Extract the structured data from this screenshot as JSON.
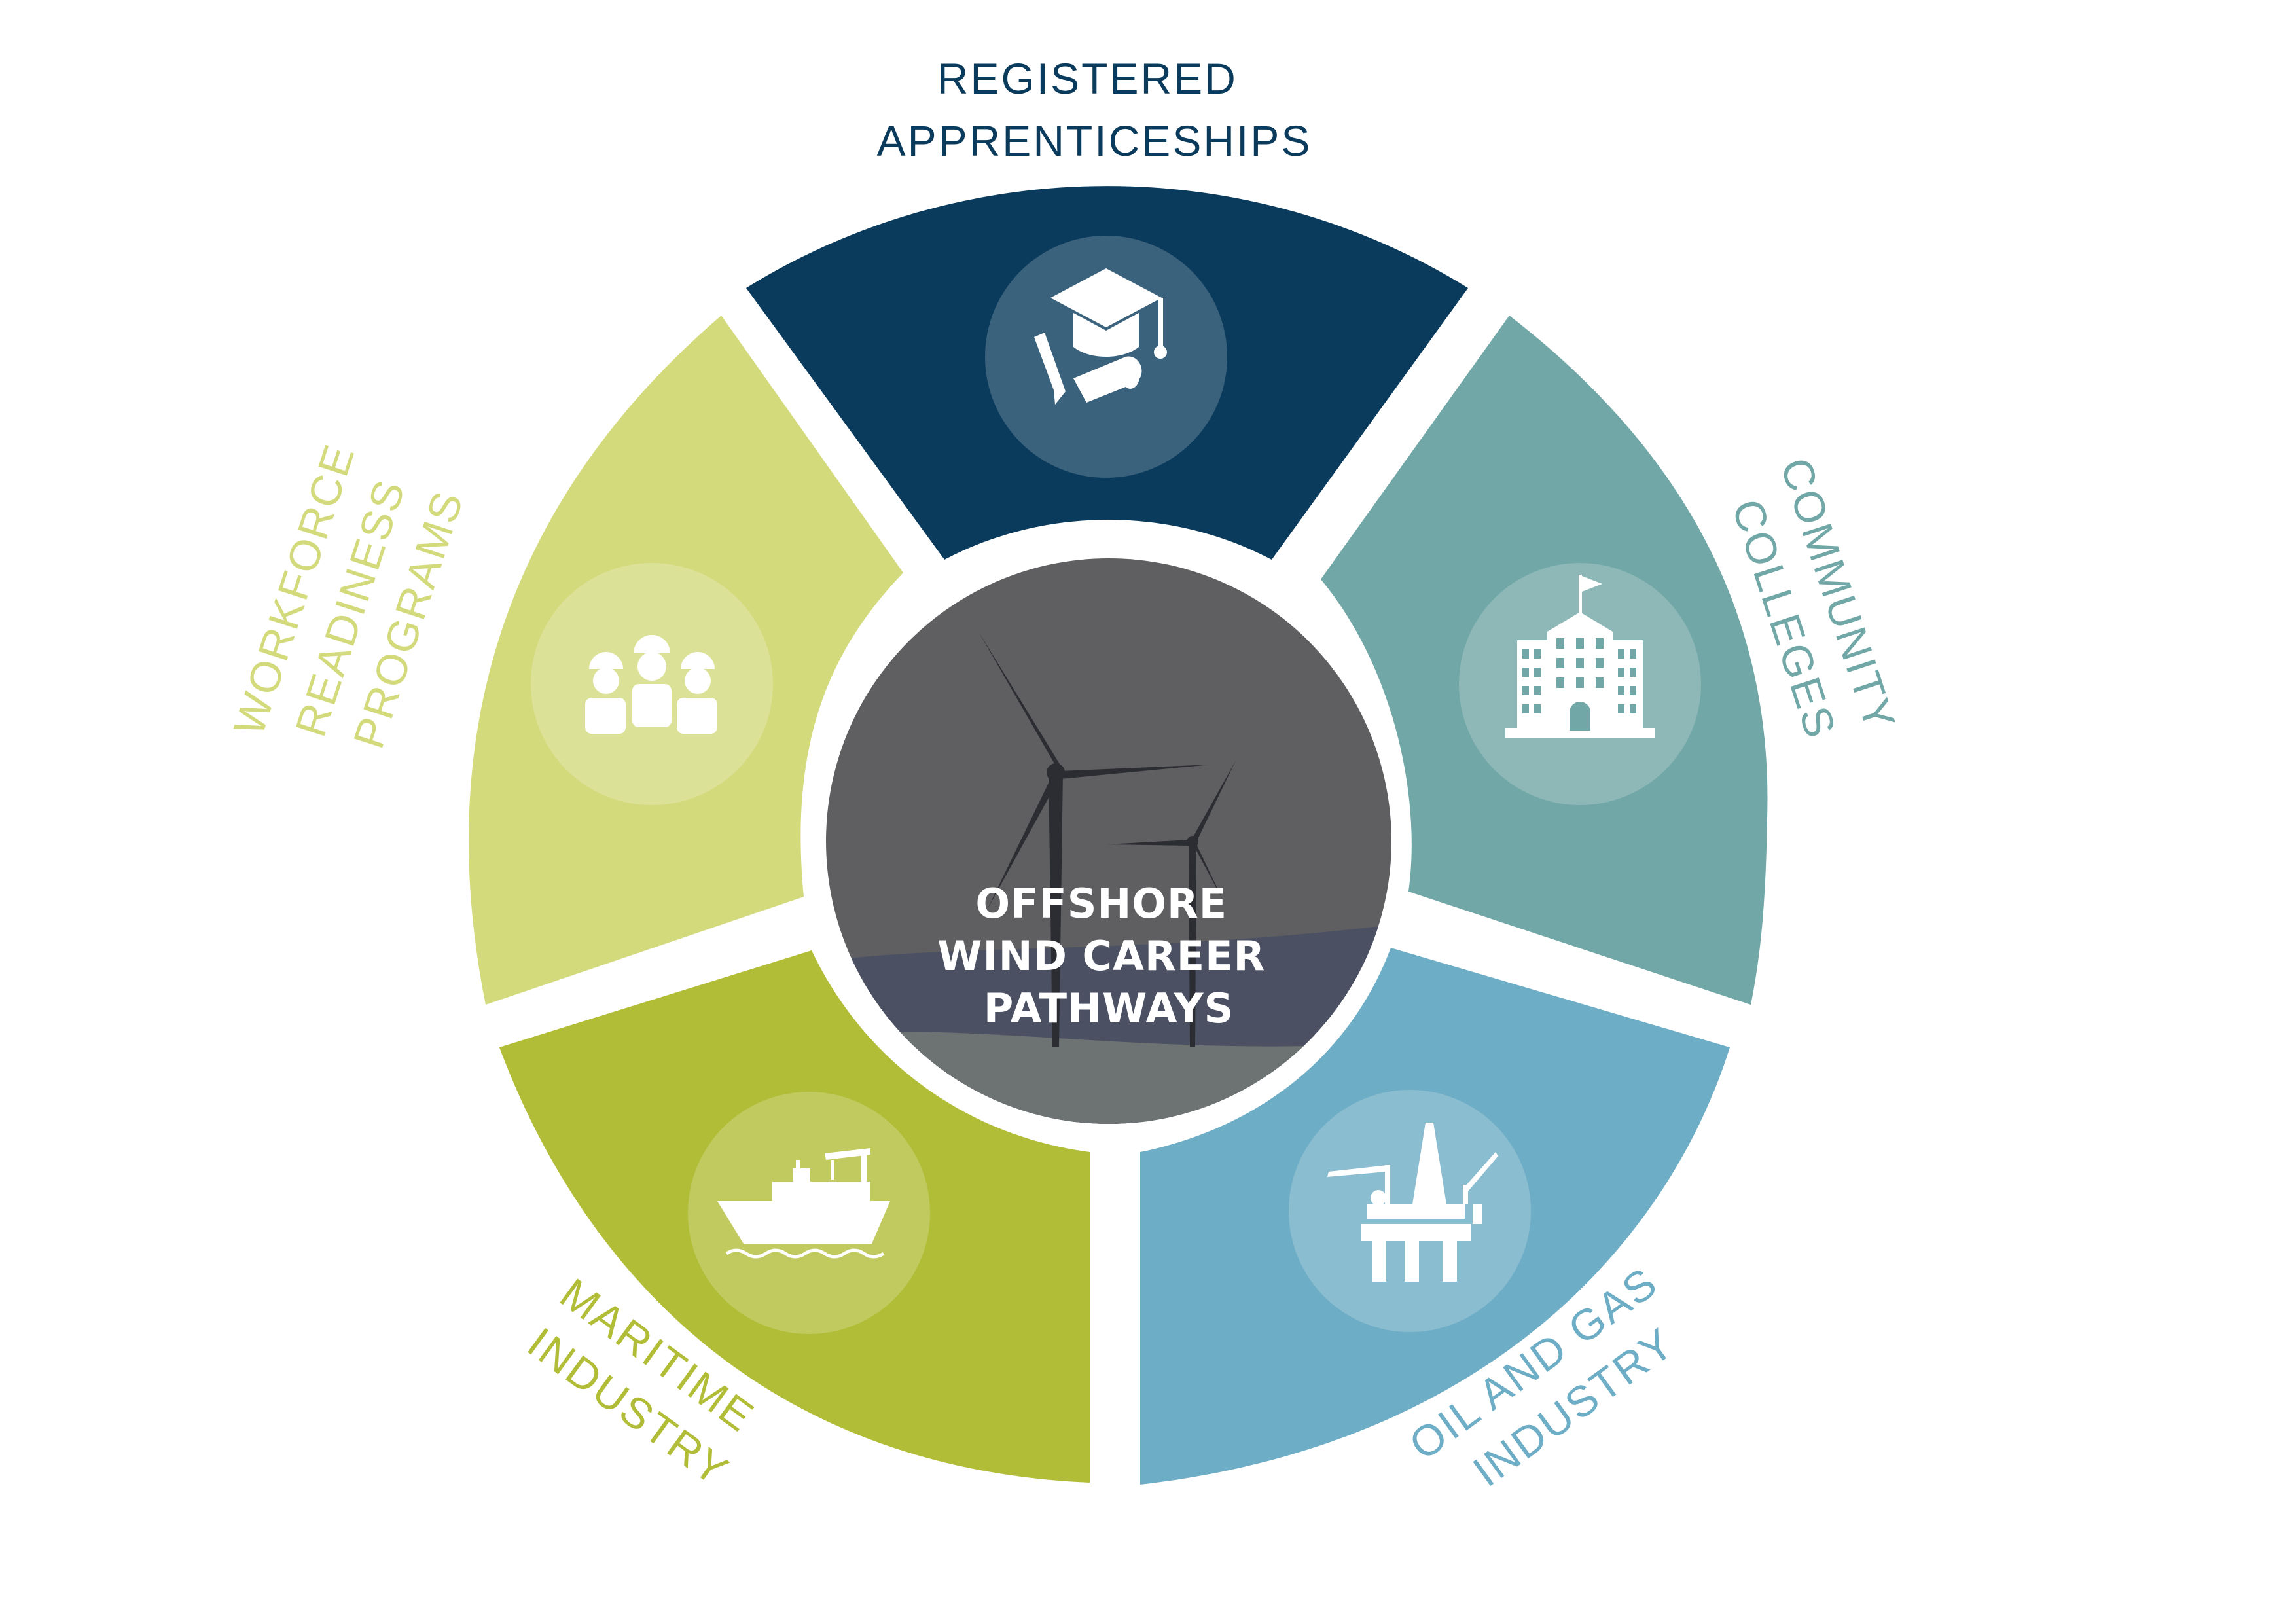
{
  "center": {
    "lines": [
      "OFFSHORE",
      "WIND CAREER",
      "PATHWAYS"
    ],
    "icon": "wind-turbines-icon",
    "colors": {
      "sky": "#5f5f61",
      "sea_dark": "#4b5163",
      "sea_light": "#6c7372"
    }
  },
  "segments": [
    {
      "id": "registered-apprenticeships",
      "lines": [
        "REGISTERED",
        "APPRENTICESHIPS"
      ],
      "icon": "graduation-cap-icon",
      "color": "#0a3b5c",
      "label_color": "#0a3b5c"
    },
    {
      "id": "community-colleges",
      "lines": [
        "COMMUNITY",
        "COLLEGES"
      ],
      "icon": "college-building-icon",
      "color": "#71a7a6",
      "label_color": "#71a7a6"
    },
    {
      "id": "oil-and-gas-industry",
      "lines": [
        "OIL AND GAS",
        "INDUSTRY"
      ],
      "icon": "oil-rig-icon",
      "color": "#6eadc6",
      "label_color": "#6eadc6"
    },
    {
      "id": "maritime-industry",
      "lines": [
        "MARITIME",
        "INDUSTRY"
      ],
      "icon": "cargo-ship-icon",
      "color": "#b2bd37",
      "label_color": "#b2bd37"
    },
    {
      "id": "workforce-readiness-programs",
      "lines": [
        "WORKFORCE",
        "READINESS",
        "PROGRAMS"
      ],
      "icon": "workers-icon",
      "color": "#d3da7c",
      "label_color": "#d3da7c"
    }
  ]
}
